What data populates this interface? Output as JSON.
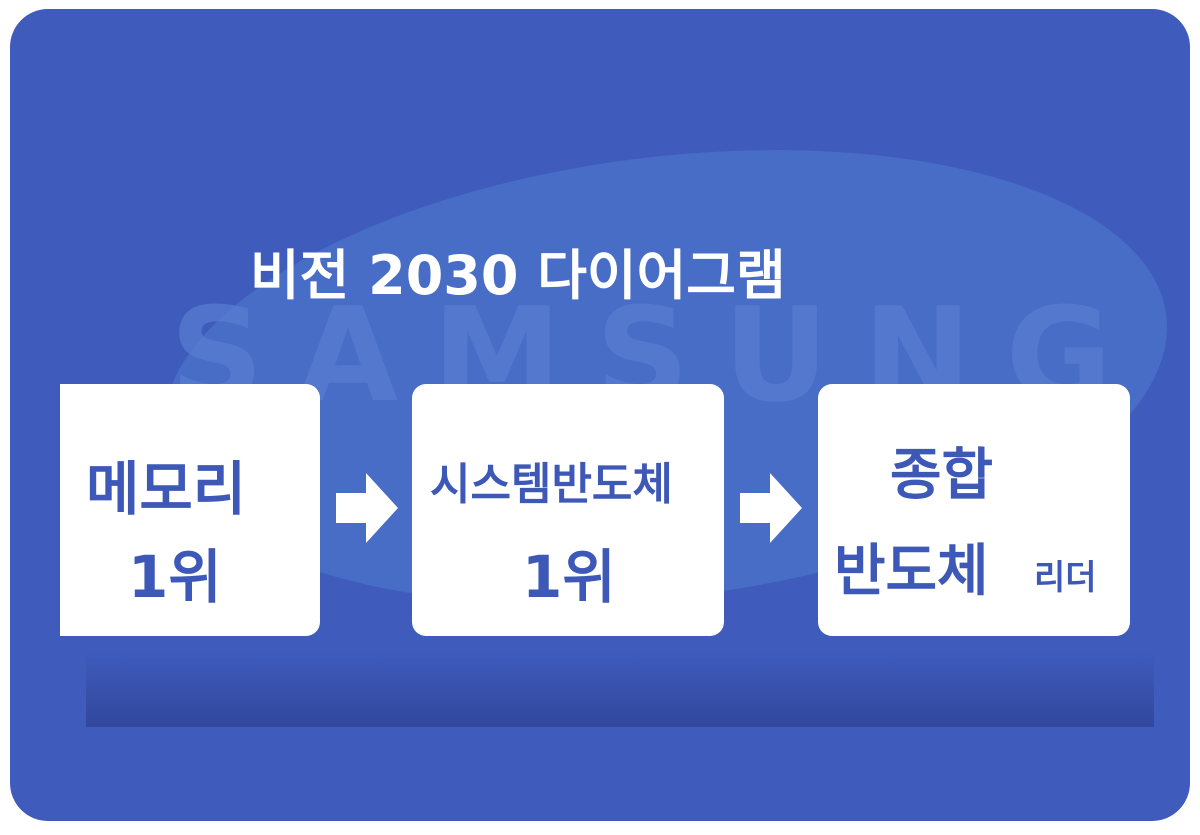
{
  "title": "비전 2030 다이어그램",
  "watermark": "SAMSUNG",
  "colors": {
    "background": "#3f5cbd",
    "box_fill": "#ffffff",
    "box_text": "#3d58b6"
  },
  "steps": [
    {
      "line1": "메모리",
      "line2": "1위"
    },
    {
      "line1": "시스템반도체",
      "line2": "1위"
    },
    {
      "line1": "종합",
      "line2": "반도체",
      "line2_suffix": "리더"
    }
  ]
}
